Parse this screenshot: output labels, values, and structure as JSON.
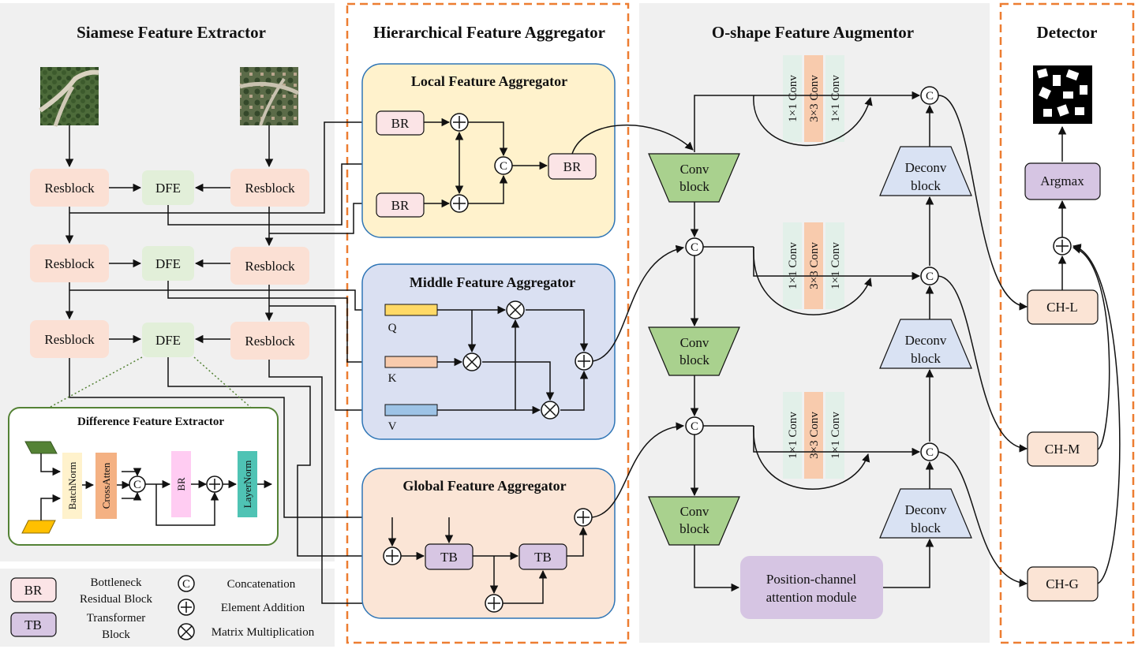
{
  "sections": {
    "siamese": "Siamese Feature Extractor",
    "hierarchical": "Hierarchical Feature Aggregator",
    "oshape": "O-shape Feature Augmentor",
    "detector": "Detector"
  },
  "siamese": {
    "resblock": "Resblock",
    "dfe": "DFE"
  },
  "dfe_detail": {
    "title": "Difference Feature Extractor",
    "batchnorm": "BatchNorm",
    "crossatten": "CrossAtten",
    "br": "BR",
    "layernorm": "LayerNorm",
    "concat": "C"
  },
  "hfa": {
    "local_title": "Local Feature Aggregator",
    "middle_title": "Middle Feature Aggregator",
    "global_title": "Global Feature Aggregator",
    "br": "BR",
    "q": "Q",
    "k": "K",
    "v": "V",
    "tb": "TB",
    "concat": "C"
  },
  "oshape": {
    "conv_line1": "Conv",
    "conv_line2": "block",
    "deconv_line1": "Deconv",
    "deconv_line2": "block",
    "conv1": "1×1 Conv",
    "conv3": "3×3 Conv",
    "concat": "C",
    "pca_line1": "Position-channel",
    "pca_line2": "attention module"
  },
  "detector": {
    "argmax": "Argmax",
    "ch_l": "CH-L",
    "ch_m": "CH-M",
    "ch_g": "CH-G"
  },
  "legend": {
    "br": "BR",
    "br_desc1": "Bottleneck",
    "br_desc2": "Residual Block",
    "tb": "TB",
    "tb_desc1": "Transformer",
    "tb_desc2": "Block",
    "c_symbol": "C",
    "concat": "Concatenation",
    "add": "Element Addition",
    "mult": "Matrix Multiplication"
  },
  "colors": {
    "resblock": "#fbe0d4",
    "dfe": "#e2efd9",
    "br": "#fbe4e6",
    "tb": "#d7c6e3",
    "local_bg": "#fff2cc",
    "middle_bg": "#dae0f2",
    "global_bg": "#fbe5d6",
    "conv": "#a9d18e",
    "deconv": "#d9e2f3",
    "pca": "#d6c5e3",
    "ch": "#fbe4d5",
    "argmax": "#d6c5e3",
    "q_bar": "#ffd966",
    "k_bar": "#f8cbad",
    "v_bar": "#9dc3e6",
    "panel_grey": "#f0f0f0",
    "dash_orange": "#ed7d31",
    "aggregator_border": "#2e75b6",
    "dfe_border": "#548235"
  }
}
